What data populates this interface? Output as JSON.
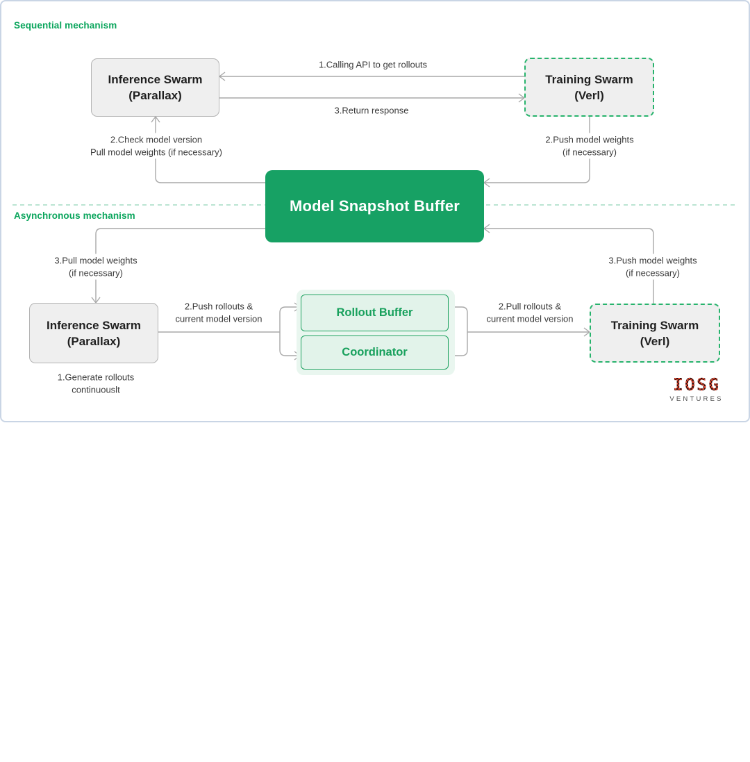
{
  "colors": {
    "accent_green": "#0aa55c",
    "buffer_green": "#17a164",
    "box_gray_fill": "#efefef",
    "box_gray_border": "#b3b3b3",
    "dashed_green_border": "#27b36c",
    "light_green_fill": "#e2f3ea",
    "light_green_container": "#e9f6ef",
    "arrow_gray": "#a9a9a9",
    "separator_green": "#a4dcc4",
    "logo_red": "#e8452e"
  },
  "sections": {
    "sequential": {
      "title": "Sequential mechanism"
    },
    "asynchronous": {
      "title": "Asynchronous mechanism"
    }
  },
  "nodes": {
    "seq_inference": {
      "line1": "Inference Swarm",
      "line2": "(Parallax)"
    },
    "seq_training": {
      "line1": "Training Swarm",
      "line2": "(Verl)"
    },
    "buffer": {
      "label": "Model Snapshot Buffer"
    },
    "async_inference": {
      "line1": "Inference Swarm",
      "line2": "(Parallax)"
    },
    "rollout_buffer": {
      "label": "Rollout Buffer"
    },
    "coordinator": {
      "label": "Coordinator"
    },
    "async_training": {
      "line1": "Training Swarm",
      "line2": "(Verl)"
    }
  },
  "annotations": {
    "calling_api": {
      "line1": "1.Calling API to get rollouts"
    },
    "return_response": {
      "line1": "3.Return response"
    },
    "check_version": {
      "line1": "2.Check model version",
      "line2": "Pull model weights (if necessary)"
    },
    "push_weights_seq": {
      "line1": "2.Push model weights",
      "line2": "(if necessary)"
    },
    "pull_weights_async": {
      "line1": "3.Pull model weights",
      "line2": "(if necessary)"
    },
    "generate_rollouts": {
      "line1": "1.Generate rollouts",
      "line2": "continuouslt"
    },
    "push_rollouts": {
      "line1": "2.Push rollouts &",
      "line2": "current model version"
    },
    "pull_rollouts": {
      "line1": "2.Pull rollouts &",
      "line2": "current model version"
    },
    "push_weights_async": {
      "line1": "3.Push model weights",
      "line2": "(if necessary)"
    }
  },
  "logo": {
    "wordmark": "IOSG",
    "subtext": "VENTURES"
  }
}
